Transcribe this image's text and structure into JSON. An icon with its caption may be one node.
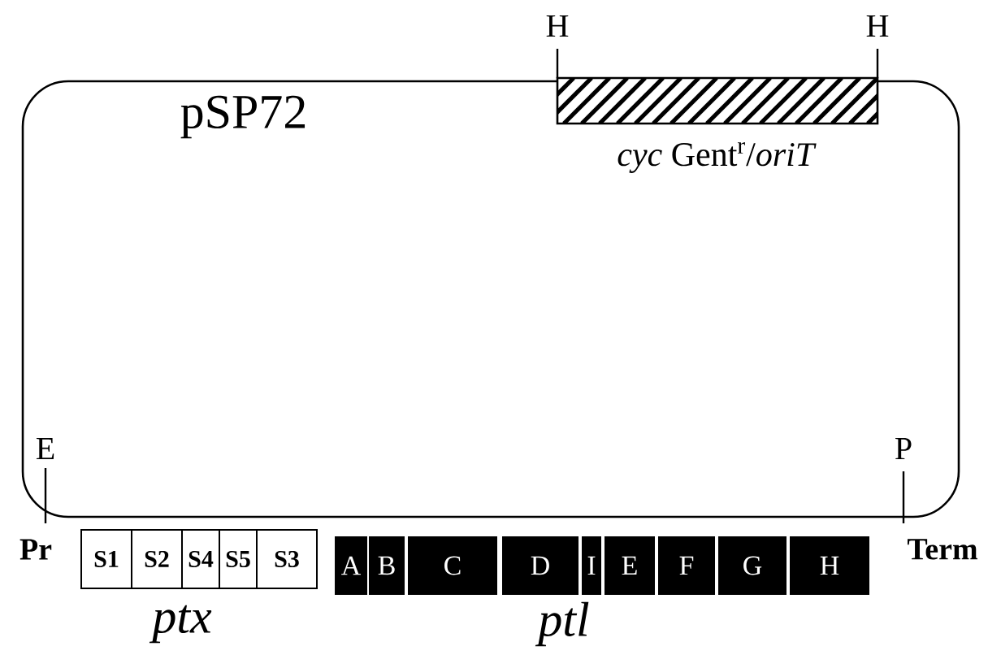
{
  "diagram": {
    "nodes": [
      {
        "text": [],
        "shape": "bar",
        "beside": [
          "*cyc* Gent$^{r}$/*oriT*"
        ]
      },
      {
        "text": [
          "S1"
        ]
      },
      {
        "text": [
          "S2"
        ]
      },
      {
        "text": [
          "S4"
        ]
      },
      {
        "text": [
          "S5"
        ]
      },
      {
        "text": [
          "S3"
        ]
      },
      {
        "text": [
          "A"
        ]
      },
      {
        "text": [
          "B"
        ]
      },
      {
        "text": [
          "C"
        ]
      },
      {
        "text": [
          "D"
        ]
      },
      {
        "text": [
          "I"
        ]
      },
      {
        "text": [
          "E"
        ]
      },
      {
        "text": [
          "F"
        ]
      },
      {
        "text": [
          "G"
        ]
      },
      {
        "text": [
          "H"
        ]
      }
    ],
    "labels": [
      "pSP72",
      "H",
      "H",
      "E",
      "P",
      "Pr",
      "Term",
      "ptx",
      "ptl"
    ]
  }
}
